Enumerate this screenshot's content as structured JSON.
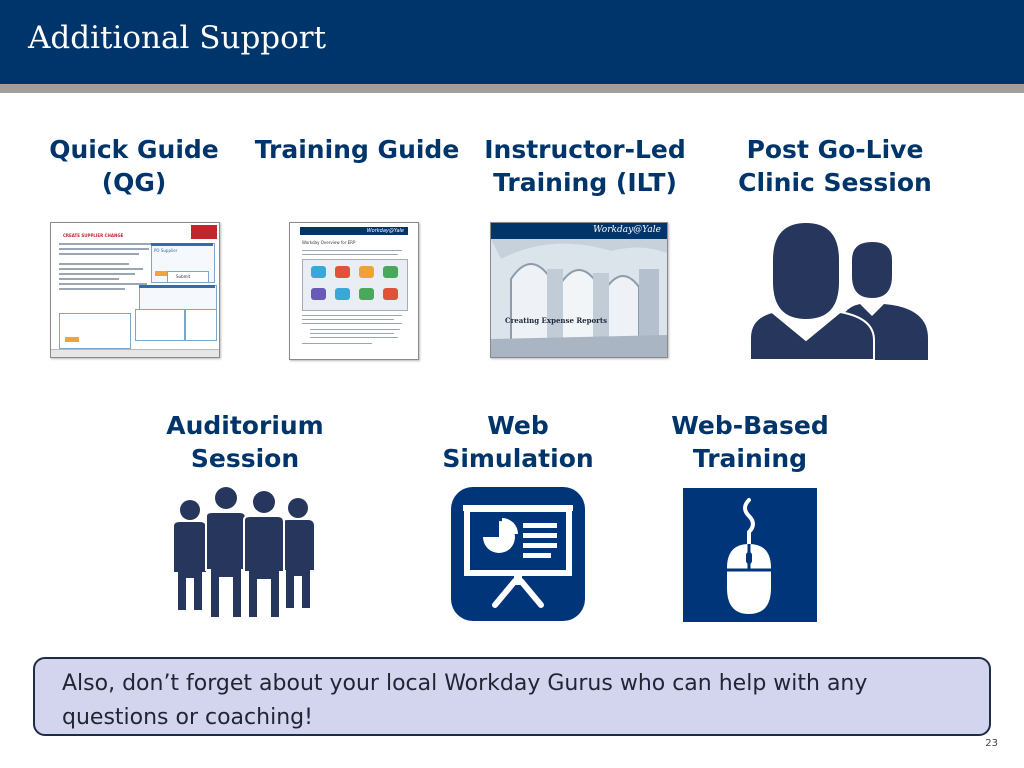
{
  "header": {
    "title": "Additional Support"
  },
  "colors": {
    "navy": "#00356b",
    "icon_navy": "#27365c",
    "band_gray": "#a39e99",
    "callout_bg": "#d3d5ee"
  },
  "top_row": [
    {
      "label_line1": "Quick Guide",
      "label_line2": "(QG)",
      "visual": "quick-guide-document-thumbnail",
      "thumb_text": {
        "title": "CREATE SUPPLIER CHANGE",
        "section": "PO Supplier",
        "button": "Submit"
      }
    },
    {
      "label_line1": "Training Guide",
      "label_line2": "",
      "visual": "training-guide-document-thumbnail",
      "thumb_text": {
        "header": "Workday@Yale",
        "title": "Workday Overview for ERP"
      }
    },
    {
      "label_line1": "Instructor-Led",
      "label_line2": "Training (ILT)",
      "visual": "ilt-course-cover-thumbnail",
      "thumb_text": {
        "brand": "Workday@Yale",
        "caption": "Creating Expense Reports"
      }
    },
    {
      "label_line1": "Post Go-Live",
      "label_line2": "Clinic Session",
      "visual": "two-people-icon"
    }
  ],
  "bottom_row": [
    {
      "label_line1": "Auditorium",
      "label_line2": "Session",
      "visual": "group-of-people-icon"
    },
    {
      "label_line1": "Web",
      "label_line2": "Simulation",
      "visual": "presentation-board-icon"
    },
    {
      "label_line1": "Web-Based",
      "label_line2": "Training",
      "visual": "computer-mouse-icon"
    }
  ],
  "callout": {
    "line1": "Also, don’t forget about your local Workday Gurus who can help with any",
    "line2": "questions or coaching!"
  },
  "footer": {
    "slide_number": "23"
  }
}
